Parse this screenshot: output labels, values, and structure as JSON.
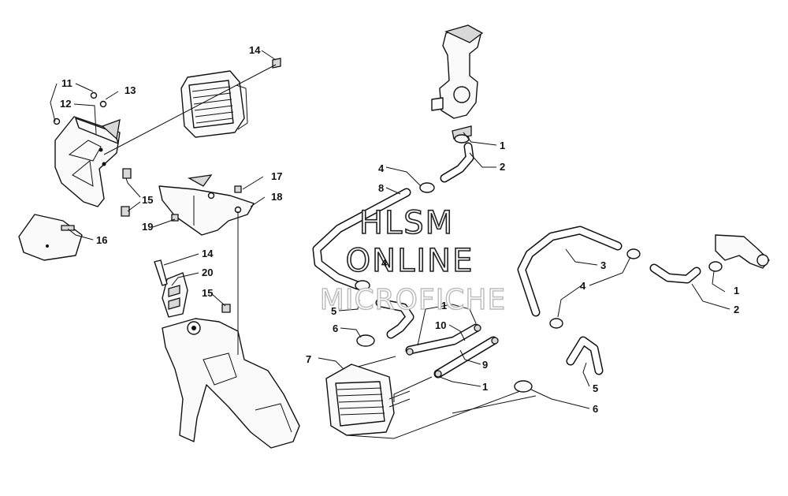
{
  "watermark": {
    "line1": "HLSM",
    "line2": "ONLINE",
    "line3": "MICROFICHE"
  },
  "callouts": [
    {
      "id": "c14a",
      "text": "14"
    },
    {
      "id": "c11",
      "text": "11"
    },
    {
      "id": "c13",
      "text": "13"
    },
    {
      "id": "c12",
      "text": "12"
    },
    {
      "id": "c15a",
      "text": "15"
    },
    {
      "id": "c16",
      "text": "16"
    },
    {
      "id": "c17",
      "text": "17"
    },
    {
      "id": "c18",
      "text": "18"
    },
    {
      "id": "c19",
      "text": "19"
    },
    {
      "id": "c14b",
      "text": "14"
    },
    {
      "id": "c20",
      "text": "20"
    },
    {
      "id": "c15b",
      "text": "15"
    },
    {
      "id": "c1a",
      "text": "1"
    },
    {
      "id": "c2a",
      "text": "2"
    },
    {
      "id": "c4a",
      "text": "4"
    },
    {
      "id": "c8",
      "text": "8"
    },
    {
      "id": "c3",
      "text": "3"
    },
    {
      "id": "c4b",
      "text": "4"
    },
    {
      "id": "c1b",
      "text": "1"
    },
    {
      "id": "c2b",
      "text": "2"
    },
    {
      "id": "c4c",
      "text": "4"
    },
    {
      "id": "c5a",
      "text": "5"
    },
    {
      "id": "c6a",
      "text": "6"
    },
    {
      "id": "c1c",
      "text": "1"
    },
    {
      "id": "c10",
      "text": "10"
    },
    {
      "id": "c9",
      "text": "9"
    },
    {
      "id": "c7",
      "text": "7"
    },
    {
      "id": "c1d",
      "text": "1"
    },
    {
      "id": "c5b",
      "text": "5"
    },
    {
      "id": "c6b",
      "text": "6"
    }
  ]
}
